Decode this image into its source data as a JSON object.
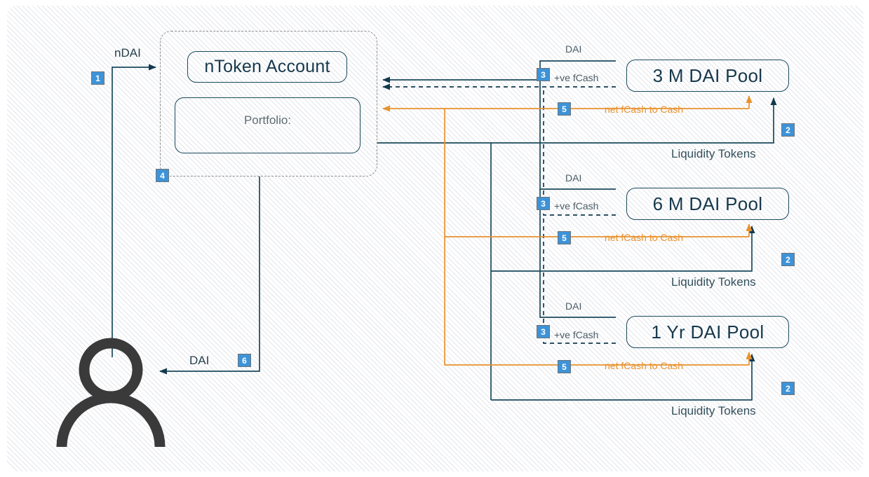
{
  "diagram": {
    "title": "nToken DAI minting and redemption flow",
    "colors": {
      "line_dark": "#1b4a5c",
      "line_orange": "#e8922e",
      "badge_blue": "#3d93d8",
      "person_gray": "#3a3a3a",
      "dashed_gray": "#8d8d8d"
    }
  },
  "account": {
    "group_name": "nToken Account group",
    "title": "nToken Account",
    "portfolio_label": "Portfolio:"
  },
  "actor": {
    "name": "user-person"
  },
  "pools": [
    {
      "title": "3 M DAI Pool",
      "dai_label": "DAI",
      "fcash_label": "+ve fCash",
      "net_label": "net fCash to Cash",
      "liquidity_label": "Liquidity Tokens",
      "badge_fcash": "3",
      "badge_net": "5",
      "badge_liquidity": "2"
    },
    {
      "title": "6 M DAI Pool",
      "dai_label": "DAI",
      "fcash_label": "+ve fCash",
      "net_label": "net fCash to Cash",
      "liquidity_label": "Liquidity Tokens",
      "badge_fcash": "3",
      "badge_net": "5",
      "badge_liquidity": "2"
    },
    {
      "title": "1 Yr DAI Pool",
      "dai_label": "DAI",
      "fcash_label": "+ve fCash",
      "net_label": "net fCash to Cash",
      "liquidity_label": "Liquidity Tokens",
      "badge_fcash": "3",
      "badge_net": "5",
      "badge_liquidity": "2"
    }
  ],
  "flows": {
    "ndai_label": "nDAI",
    "ndai_badge": "1",
    "account_badge": "4",
    "dai_out_label": "DAI",
    "dai_out_badge": "6"
  }
}
